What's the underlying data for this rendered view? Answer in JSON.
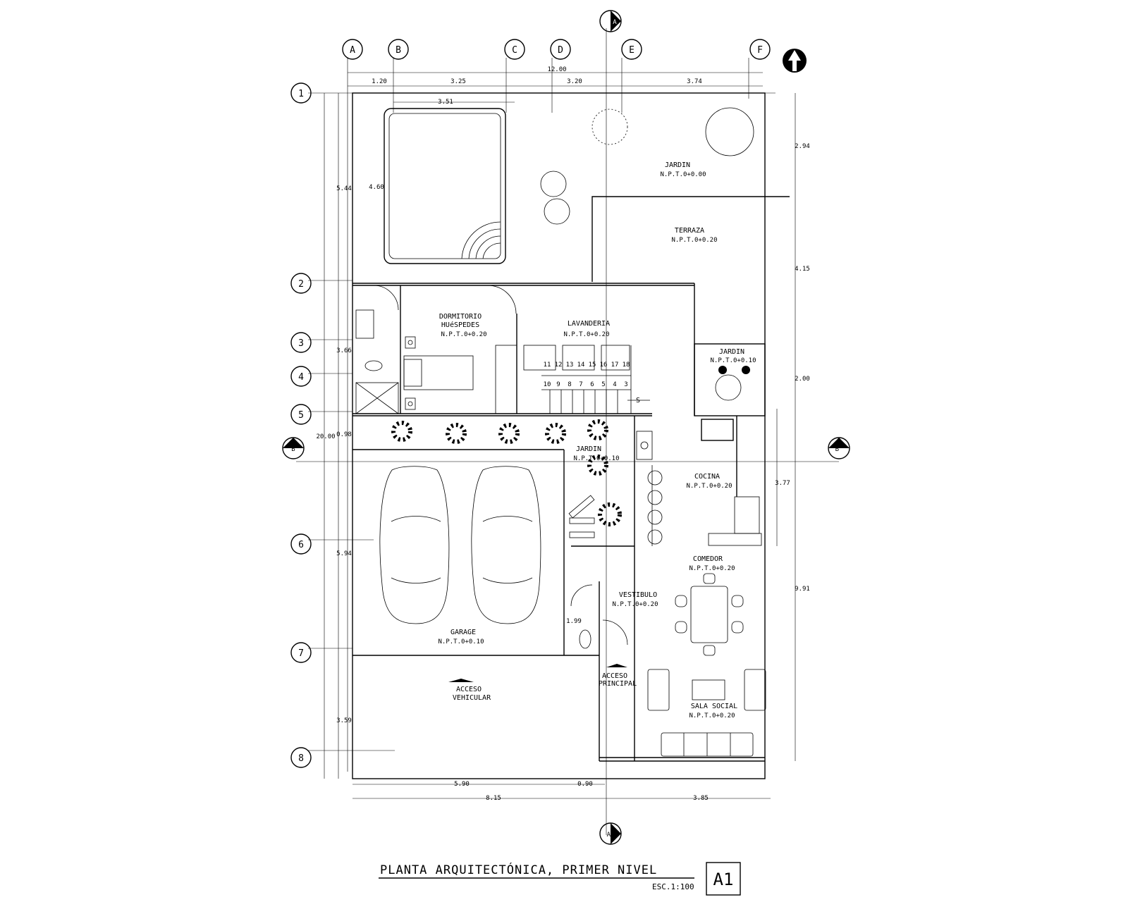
{
  "title": "PLANTA ARQUITECTÓNICA, PRIMER NIVEL",
  "scale": "ESC.1:100",
  "sheet": "A1",
  "axes_letters": [
    "A",
    "B",
    "C",
    "D",
    "E",
    "F"
  ],
  "axes_numbers": [
    "1",
    "2",
    "3",
    "4",
    "5",
    "6",
    "7",
    "8"
  ],
  "section_marks": {
    "a": "A",
    "a_prime": "A'",
    "b": "B",
    "b_prime": "B'"
  },
  "dims_top": {
    "total": "12.00",
    "a_b": "1.20",
    "b_c": "3.25",
    "c_e": "3.20",
    "e_f": "3.74",
    "pool_width": "3.51"
  },
  "dims_left": {
    "total": "20.00",
    "s1_2": "5.44",
    "s2_5": "3.66",
    "s5_b": "0.98",
    "s6": "5.94",
    "s7_8": "3.59",
    "pool_height": "4.60"
  },
  "dims_right": {
    "r1": "2.94",
    "r2": "4.15",
    "r3": "2.00",
    "r4": "3.77",
    "r5": "9.91"
  },
  "dims_bottom": {
    "b1": "5.90",
    "b2": "0.90",
    "b3": "8.15",
    "b4": "3.85"
  },
  "dim_vestibulo": "1.99",
  "rooms": {
    "jardin_top": {
      "name": "JARDIN",
      "level": "N.P.T.0+0.00"
    },
    "terraza": {
      "name": "TERRAZA",
      "level": "N.P.T.0+0.20"
    },
    "dormitorio_l1": "DORMITORIO",
    "dormitorio_l2": "HUéSPEDES",
    "dormitorio_level": "N.P.T.0+0.20",
    "lavanderia": {
      "name": "LAVANDERIA",
      "level": "N.P.T.0+0.20"
    },
    "jardin_right": {
      "name": "JARDIN",
      "level": "N.P.T.0+0.10"
    },
    "jardin_mid": {
      "name": "JARDIN",
      "level": "N.P.T.0+0.10"
    },
    "cocina": {
      "name": "COCINA",
      "level": "N.P.T.0+0.20"
    },
    "comedor": {
      "name": "COMEDOR",
      "level": "N.P.T.0+0.20"
    },
    "vestibulo": {
      "name": "VESTIBULO",
      "level": "N.P.T.0+0.20"
    },
    "garage": {
      "name": "GARAGE",
      "level": "N.P.T.0+0.10"
    },
    "sala": {
      "name": "SALA SOCIAL",
      "level": "N.P.T.0+0.20"
    }
  },
  "acceso_vehicular_l1": "ACCESO",
  "acceso_vehicular_l2": "VEHICULAR",
  "acceso_principal_l1": "ACCESO",
  "acceso_principal_l2": "PRINCIPAL",
  "stair_label": "S",
  "stair_numbers_top": [
    "11",
    "12",
    "13",
    "14",
    "15",
    "16",
    "17",
    "18"
  ],
  "stair_numbers_bottom": [
    "10",
    "9",
    "8",
    "7",
    "6",
    "5",
    "4",
    "3"
  ],
  "north_icon": "north-arrow-icon"
}
